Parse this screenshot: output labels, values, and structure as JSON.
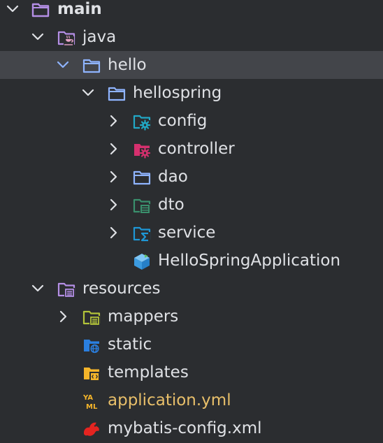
{
  "project_tree": {
    "items": [
      {
        "label": "main",
        "chevron": "expanded",
        "icon": "folder-icon"
      },
      {
        "label": "java",
        "chevron": "expanded",
        "icon": "java-source-folder-icon"
      },
      {
        "label": "hello",
        "chevron": "expanded",
        "icon": "package-folder-icon",
        "selected": true
      },
      {
        "label": "hellospring",
        "chevron": "expanded",
        "icon": "package-folder-icon"
      },
      {
        "label": "config",
        "chevron": "collapsed",
        "icon": "config-folder-icon"
      },
      {
        "label": "controller",
        "chevron": "collapsed",
        "icon": "controller-folder-icon"
      },
      {
        "label": "dao",
        "chevron": "collapsed",
        "icon": "package-folder-icon"
      },
      {
        "label": "dto",
        "chevron": "collapsed",
        "icon": "dto-folder-icon"
      },
      {
        "label": "service",
        "chevron": "collapsed",
        "icon": "service-folder-icon"
      },
      {
        "label": "HelloSpringApplication",
        "icon": "spring-boot-application-icon"
      },
      {
        "label": "resources",
        "chevron": "expanded",
        "icon": "resources-folder-icon"
      },
      {
        "label": "mappers",
        "chevron": "collapsed",
        "icon": "mappers-folder-icon"
      },
      {
        "label": "static",
        "icon": "static-web-folder-icon"
      },
      {
        "label": "templates",
        "icon": "templates-folder-icon"
      },
      {
        "label": "application.yml",
        "icon": "yaml-file-icon"
      },
      {
        "label": "mybatis-config.xml",
        "icon": "mybatis-xml-file-icon"
      }
    ]
  },
  "colors": {
    "background": "#2b2d30",
    "selected_row": "#43454a",
    "text": "#dfe1e5",
    "yml_text": "#e8bf6a",
    "chevron": "#dfe1e5",
    "folder_outline_purple": "#b58fe6",
    "folder_outline_blue": "#8fb4ff",
    "config_teal": "#21a8c6",
    "controller_pink": "#d6306e",
    "dto_green": "#3a8f6c",
    "service_blue": "#1e97d6",
    "spring_blue": "#3c9be0",
    "mappers_olive": "#b3c43a",
    "static_blue": "#2a7fe0",
    "templates_orange": "#f5b52a",
    "mybatis_red": "#e52420"
  }
}
